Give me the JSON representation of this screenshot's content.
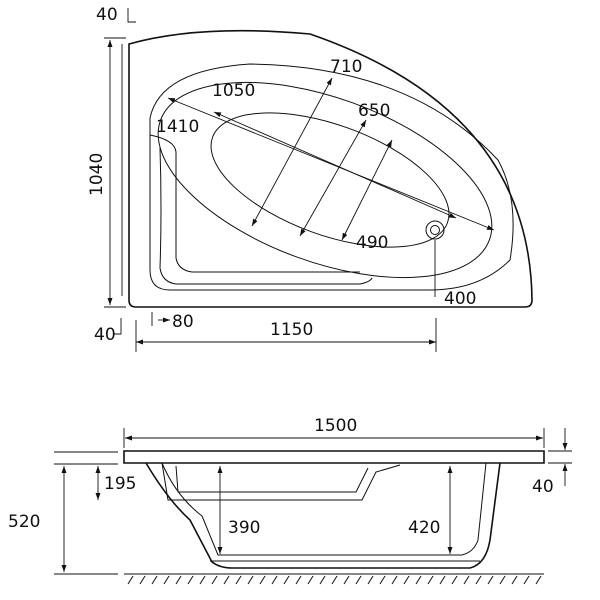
{
  "plan_view": {
    "top_offset": "40",
    "depth": "1040",
    "inner_diagonal": "1410",
    "bowl_length": "1050",
    "outer_width": "710",
    "inner_width": "650",
    "floor_width": "490",
    "waste_offset": "400",
    "bottom_offset": "40",
    "side_offset": "80",
    "side_length": "1150"
  },
  "side_view": {
    "overall_length": "1500",
    "rim_to_seat": "195",
    "overall_height": "520",
    "inner_depth_left": "390",
    "inner_depth_right": "420",
    "rim_thickness": "40"
  }
}
